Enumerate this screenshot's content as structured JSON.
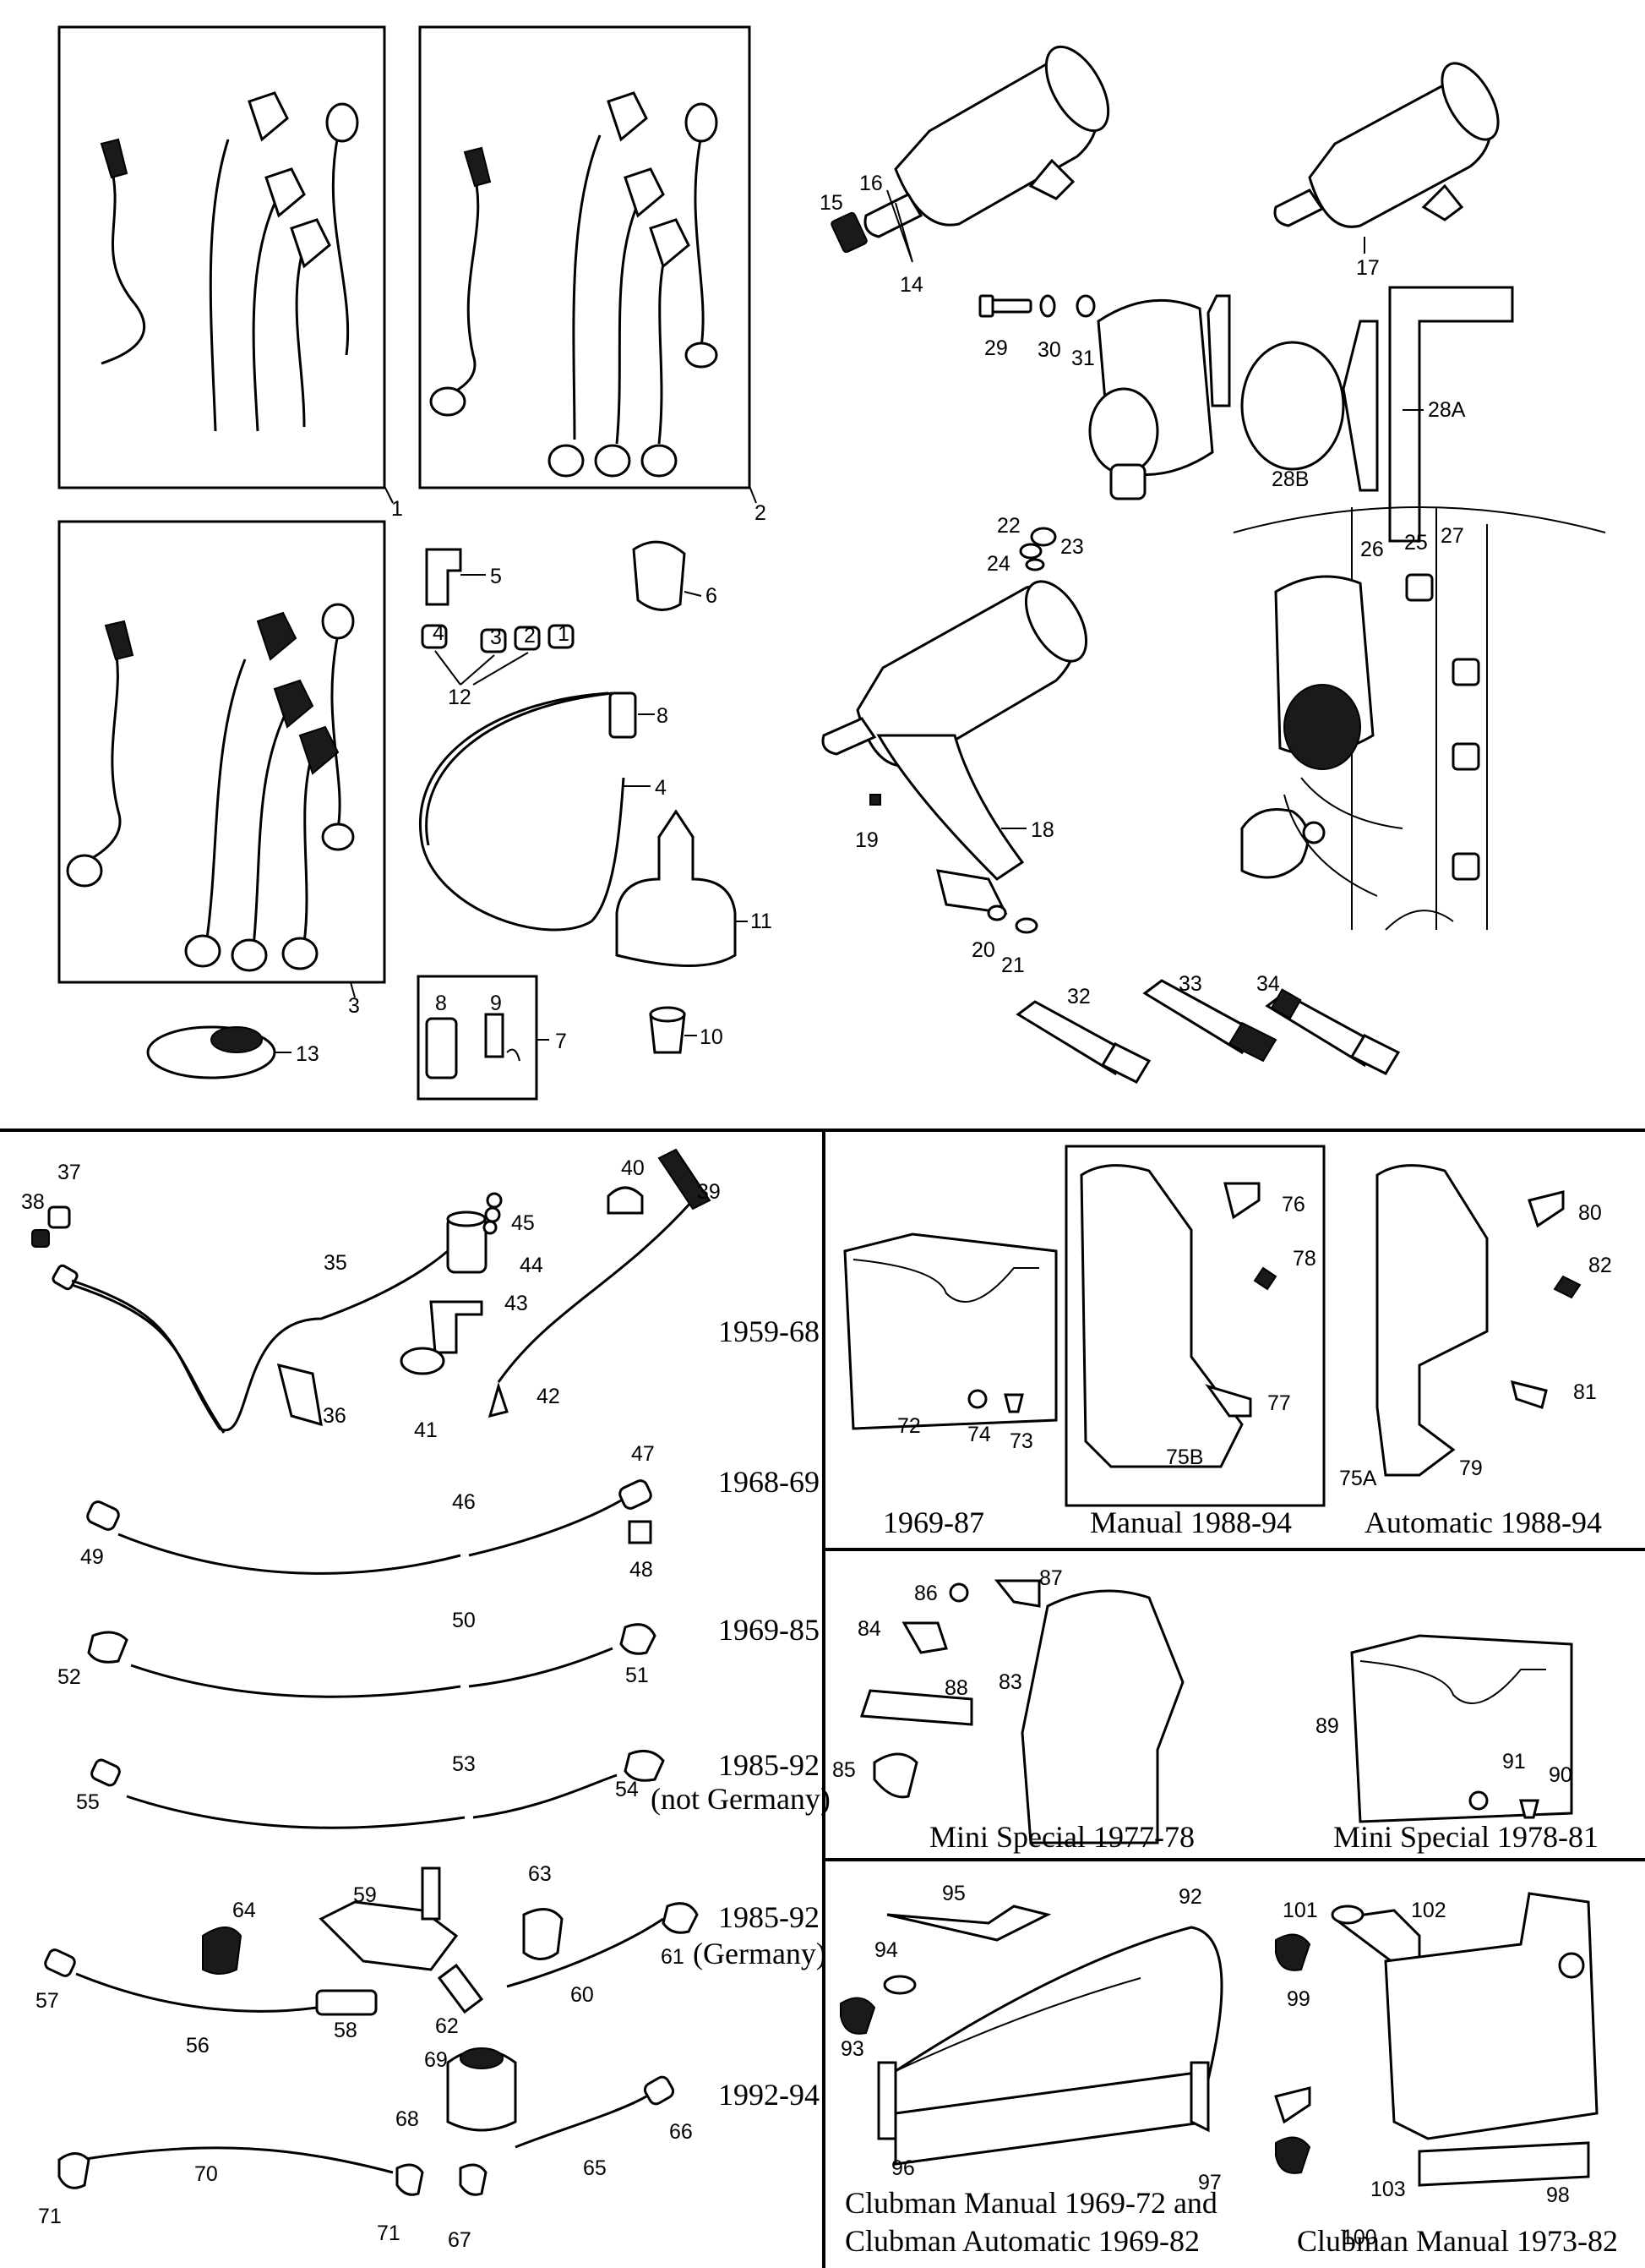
{
  "callouts": {
    "n1": "1",
    "n2": "2",
    "n3": "3",
    "n4": "4",
    "n5": "5",
    "n6": "6",
    "n7": "7",
    "n8a": "8",
    "n8b": "8",
    "n9": "9",
    "n10": "10",
    "n11": "11",
    "n12": "12",
    "n13": "13",
    "n14": "14",
    "n15": "15",
    "n16": "16",
    "n17": "17",
    "n18": "18",
    "n19": "19",
    "n20": "20",
    "n21": "21",
    "n22": "22",
    "n23": "23",
    "n24": "24",
    "n25": "25",
    "n26": "26",
    "n27": "27",
    "n28a": "28A",
    "n28b": "28B",
    "n29": "29",
    "n30": "30",
    "n31": "31",
    "n32": "32",
    "n33": "33",
    "n34": "34",
    "n35": "35",
    "n36": "36",
    "n37": "37",
    "n38": "38",
    "n39": "39",
    "n40": "40",
    "n41": "41",
    "n42": "42",
    "n43": "43",
    "n44": "44",
    "n45": "45",
    "n46": "46",
    "n47": "47",
    "n48": "48",
    "n49": "49",
    "n50": "50",
    "n51": "51",
    "n52": "52",
    "n53": "53",
    "n54": "54",
    "n55": "55",
    "n56": "56",
    "n57": "57",
    "n58": "58",
    "n59": "59",
    "n60": "60",
    "n61": "61",
    "n62": "62",
    "n63": "63",
    "n64": "64",
    "n65": "65",
    "n66": "66",
    "n67": "67",
    "n68": "68",
    "n69": "69",
    "n70": "70",
    "n71a": "71",
    "n71b": "71",
    "n72": "72",
    "n73": "73",
    "n74": "74",
    "n75a": "75A",
    "n75b": "75B",
    "n76": "76",
    "n77": "77",
    "n78": "78",
    "n79": "79",
    "n80": "80",
    "n81": "81",
    "n82": "82",
    "n83": "83",
    "n84": "84",
    "n85": "85",
    "n86": "86",
    "n87": "87",
    "n88": "88",
    "n89": "89",
    "n90": "90",
    "n91": "91",
    "n92": "92",
    "n93": "93",
    "n94": "94",
    "n95": "95",
    "n96": "96",
    "n97": "97",
    "n98": "98",
    "n99": "99",
    "n100": "100",
    "n101": "101",
    "n102": "102",
    "n103": "103",
    "c12a": "1",
    "c12b": "2",
    "c12c": "3",
    "c12d": "4"
  },
  "years": {
    "y1": "1959-68",
    "y2": "1968-69",
    "y3": "1969-85",
    "y4": "1985-92",
    "y4b": "(not Germany)",
    "y5": "1985-92",
    "y5b": "(Germany)",
    "y6": "1992-94"
  },
  "captions": {
    "c1": "1969-87",
    "c2": "Manual 1988-94",
    "c3": "Automatic 1988-94",
    "c4": "Mini Special 1977-78",
    "c5": "Mini Special 1978-81",
    "c6a": "Clubman Manual 1969-72 and",
    "c6b": "Clubman Automatic 1969-82",
    "c7": "Clubman Manual 1973-82"
  }
}
